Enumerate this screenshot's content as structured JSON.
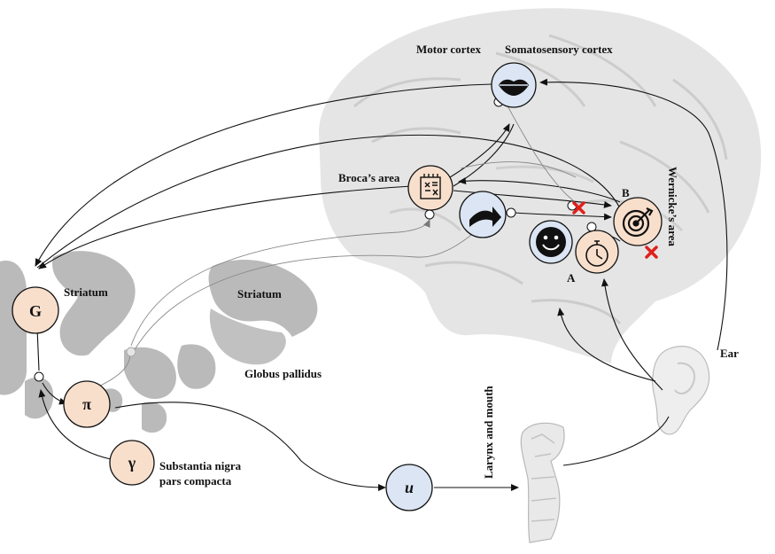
{
  "labels": {
    "motor_cortex": "Motor cortex",
    "somatosensory_cortex": "Somatosensory cortex",
    "brocas_area": "Broca’s area",
    "wernickes_area": "Wernicke’s area",
    "striatum_left": "Striatum",
    "striatum_right": "Striatum",
    "globus_pallidus": "Globus pallidus",
    "substantia_nigra_1": "Substantia nigra",
    "substantia_nigra_2": "pars compacta",
    "ear": "Ear",
    "larynx_mouth": "Larynx and mouth",
    "marker_a": "A",
    "marker_b": "B"
  },
  "nodes": {
    "G": "G",
    "pi": "π",
    "gamma": "γ",
    "u": "u"
  },
  "colors": {
    "node_peach": "#f8dfcc",
    "node_blue": "#dbe5f3",
    "brain_gray": "#dcdcdc",
    "basal_gray": "#a9a9a9",
    "inhibit_red": "#e0201c"
  },
  "icons": [
    "lips-icon",
    "grid-plan-icon",
    "arrow-icon",
    "smiley-icon",
    "stopwatch-icon",
    "target-icon",
    "red-x-icon",
    "ear-icon",
    "larynx-icon"
  ]
}
